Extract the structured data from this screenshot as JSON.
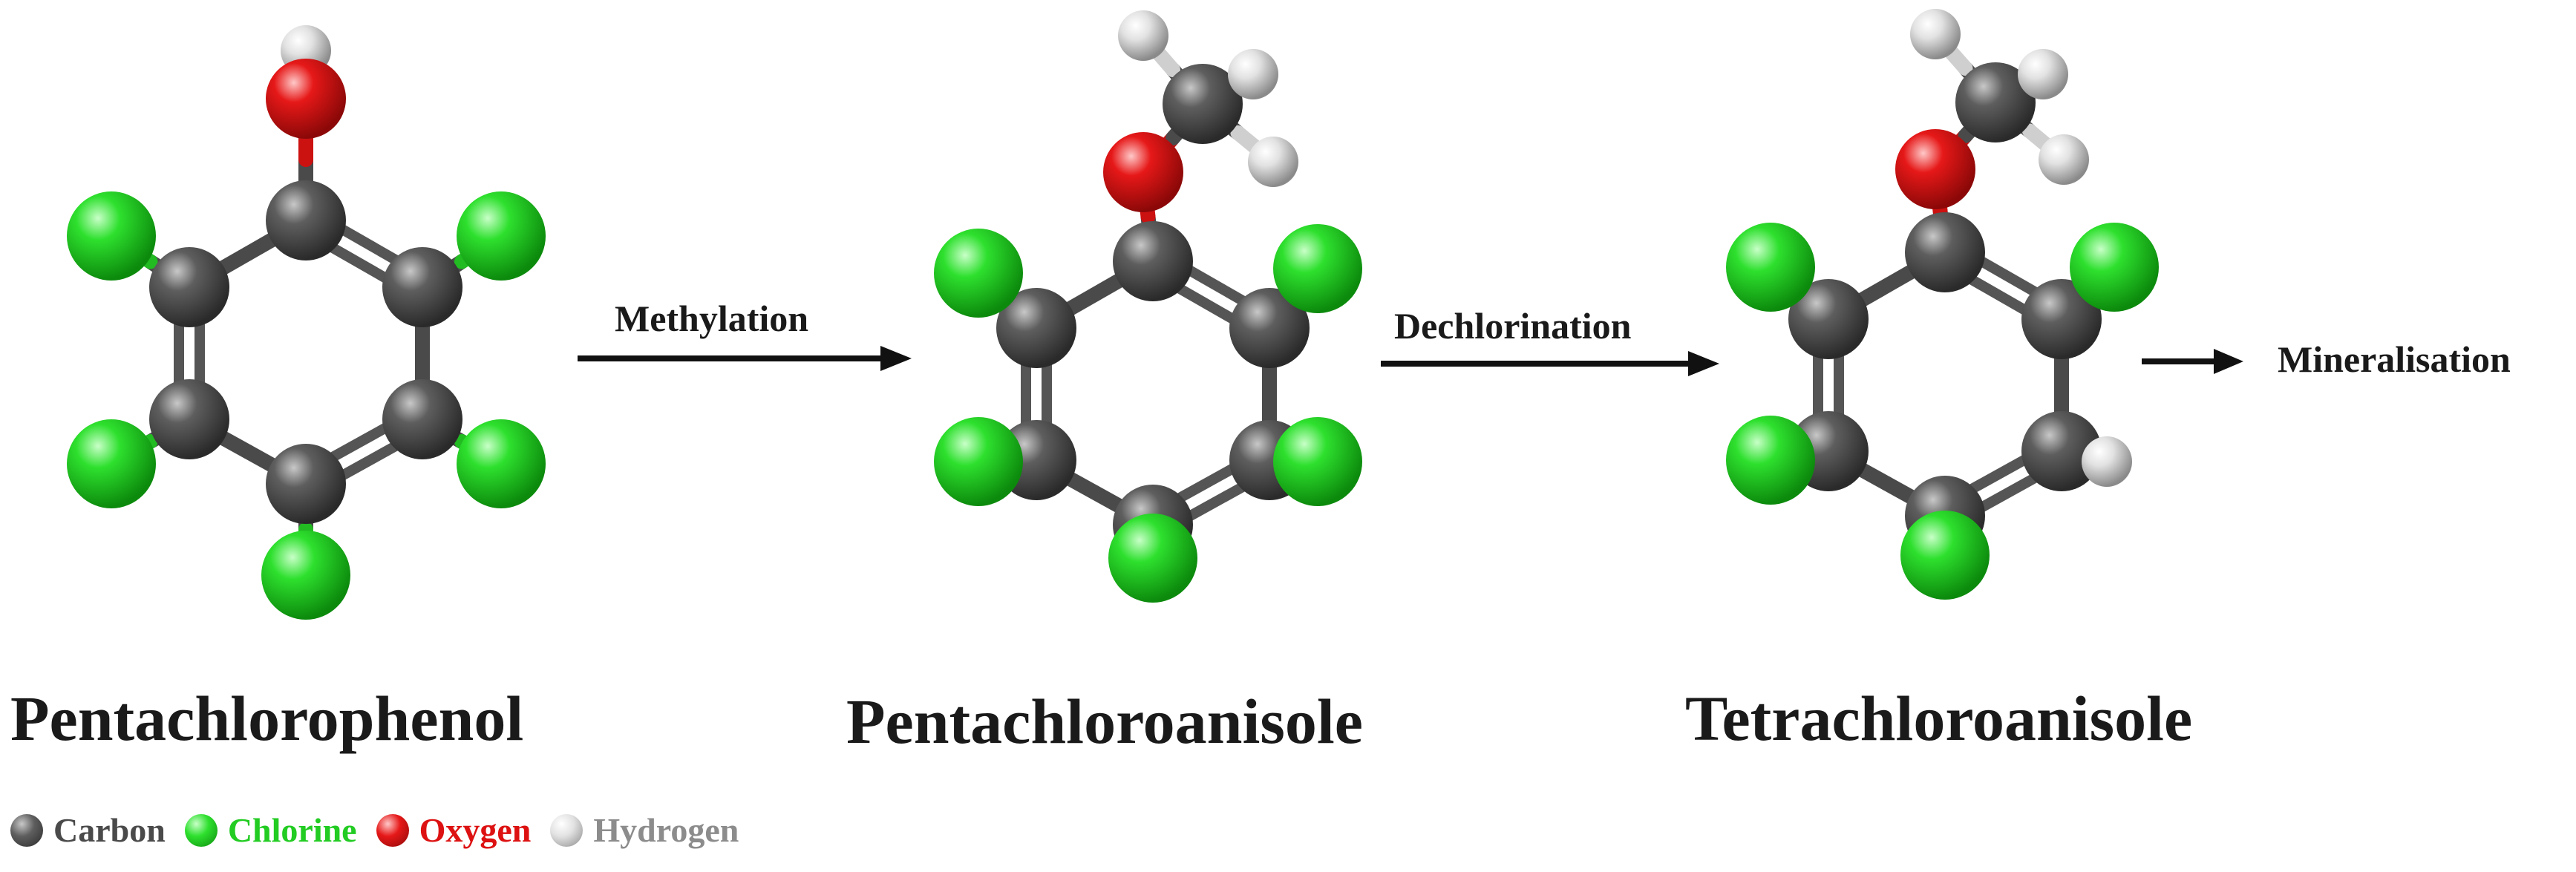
{
  "molecules": {
    "pcp": {
      "name": "Pentachlorophenol"
    },
    "pca": {
      "name": "Pentachloroanisole"
    },
    "tca": {
      "name": "Tetrachloroanisole"
    }
  },
  "steps": {
    "methylation": "Methylation",
    "dechlorination": "Dechlorination",
    "mineralisation": "Mineralisation"
  },
  "legend": [
    {
      "label": "Carbon",
      "color": "#4a4a4a"
    },
    {
      "label": "Chlorine",
      "color": "#22cc22"
    },
    {
      "label": "Oxygen",
      "color": "#dd1111"
    },
    {
      "label": "Hydrogen",
      "color": "#8c8c8c"
    }
  ],
  "colors": {
    "carbon": "#4a4a4a",
    "chlorine": "#1ed01e",
    "oxygen": "#e01010",
    "hydrogen": "#d8d8d8",
    "arrow": "#111111"
  }
}
